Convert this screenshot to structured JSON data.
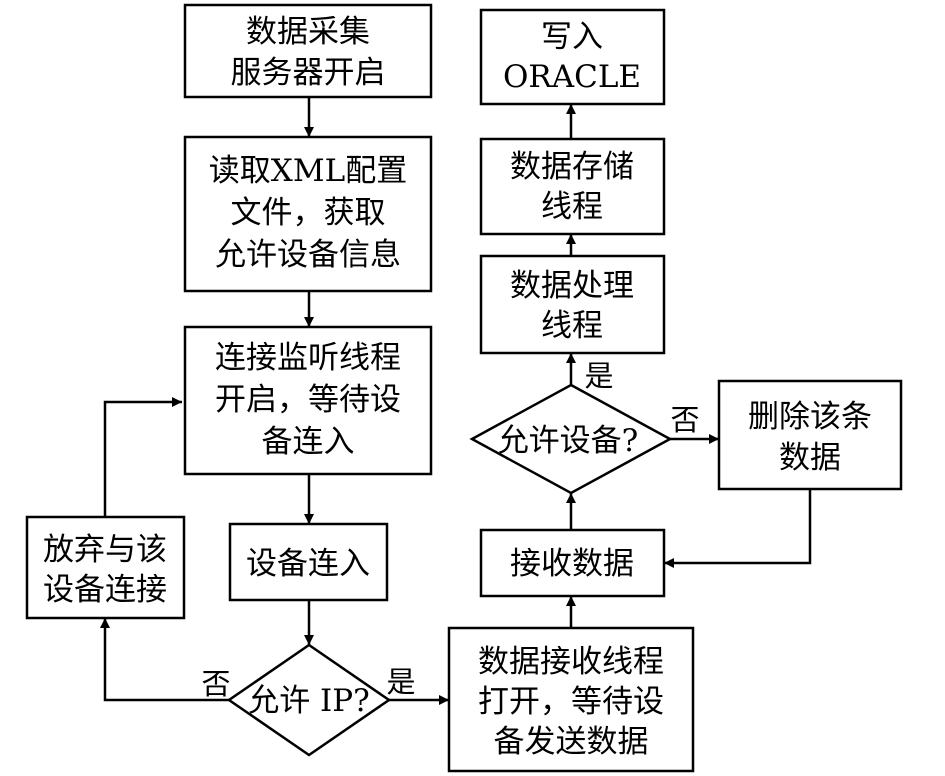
{
  "nodes": {
    "start": [
      "数据采集",
      "服务器开启"
    ],
    "read_xml": [
      "读取XML配置",
      "文件，获取",
      "允许设备信息"
    ],
    "listen": [
      "连接监听线程",
      "开启，等待设",
      "备连入"
    ],
    "device_in": [
      "设备连入"
    ],
    "allow_ip": [
      "允许 IP?"
    ],
    "abandon": [
      "放弃与该",
      "设备连接"
    ],
    "recv_thread": [
      "数据接收线程",
      "打开，等待设",
      "备发送数据"
    ],
    "receive": [
      "接收数据"
    ],
    "allow_dev": [
      "允许设备?"
    ],
    "delete": [
      "删除该条",
      "数据"
    ],
    "process": [
      "数据处理",
      "线程"
    ],
    "store": [
      "数据存储",
      "线程"
    ],
    "write": [
      "写入",
      "ORACLE"
    ]
  },
  "edge_labels": {
    "ip_no": "否",
    "ip_yes": "是",
    "dev_yes": "是",
    "dev_no": "否"
  }
}
